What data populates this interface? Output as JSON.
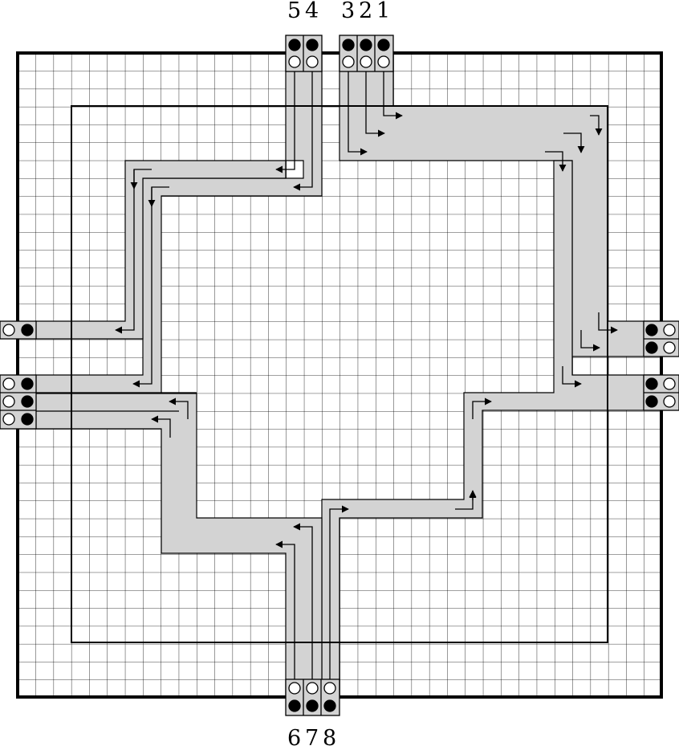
{
  "diagram": {
    "top_labels": [
      "5",
      "4",
      "3",
      "2",
      "1"
    ],
    "bottom_labels": [
      "6",
      "7",
      "8"
    ],
    "colors": {
      "grid": "#000000",
      "path_fill": "#d3d3d3",
      "background": "#ffffff"
    }
  }
}
